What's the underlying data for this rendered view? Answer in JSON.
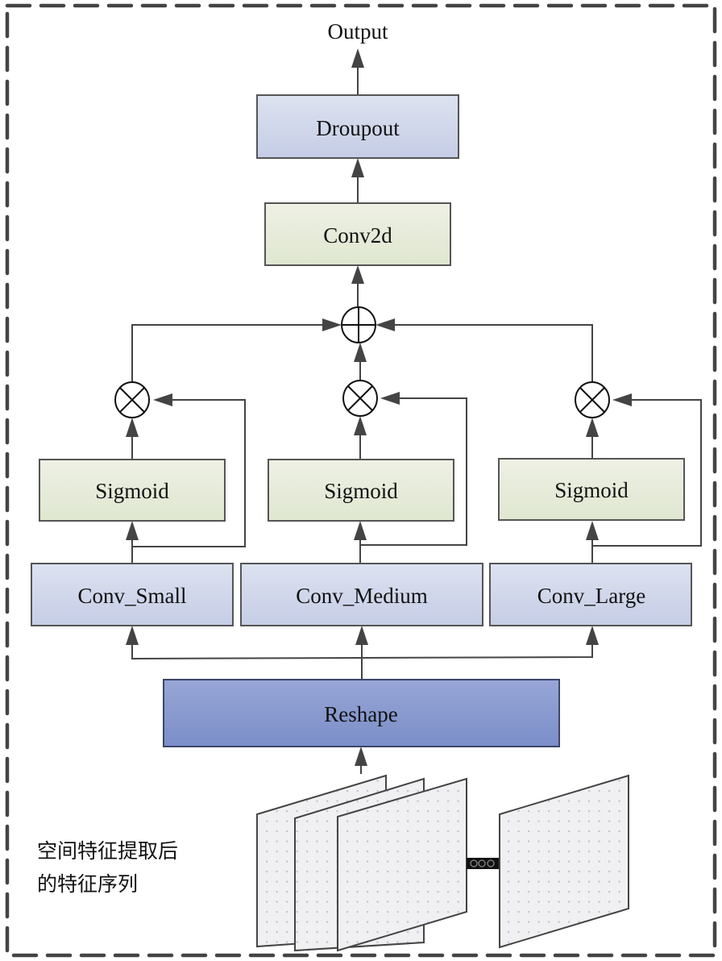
{
  "diagram": {
    "output_label": "Output",
    "dropout_label": "Droupout",
    "conv2d_label": "Conv2d",
    "sum_operator": "element-wise sum",
    "branches": [
      {
        "sigmoid_label": "Sigmoid",
        "conv_label": "Conv_Small",
        "multiply_operator": "element-wise product"
      },
      {
        "sigmoid_label": "Sigmoid",
        "conv_label": "Conv_Medium",
        "multiply_operator": "element-wise product"
      },
      {
        "sigmoid_label": "Sigmoid",
        "conv_label": "Conv_Large",
        "multiply_operator": "element-wise product"
      }
    ],
    "reshape_label": "Reshape",
    "input_caption_line1": "空间特征提取后",
    "input_caption_line2": "的特征序列",
    "ellipsis": "ooo"
  },
  "colors": {
    "blue_box_top": "#dde2f0",
    "blue_box_bottom": "#c5cde6",
    "green_box_top": "#eef0e4",
    "green_box_bottom": "#dfe7d0",
    "reshape_top": "#97a6d6",
    "reshape_bottom": "#7b8ec8",
    "line": "#444444",
    "frame": "#444444"
  }
}
